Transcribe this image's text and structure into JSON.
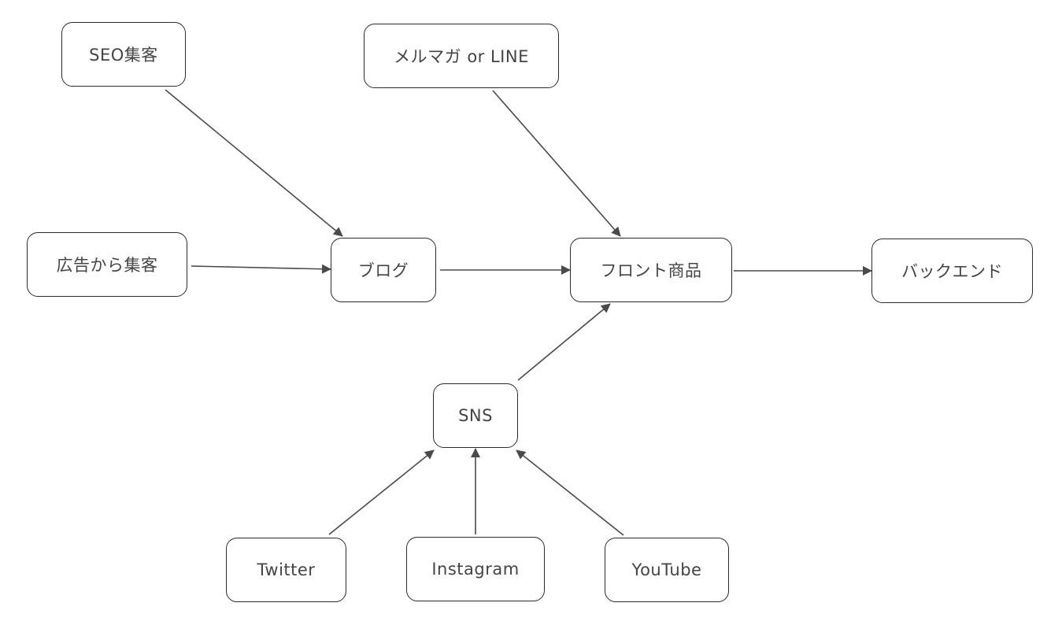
{
  "nodes": {
    "seo": "SEO集客",
    "mail": "メルマガ or LINE",
    "ad": "広告から集客",
    "blog": "ブログ",
    "front": "フロント商品",
    "back": "バックエンド",
    "sns": "SNS",
    "twitter": "Twitter",
    "instagram": "Instagram",
    "youtube": "YouTube"
  },
  "edges": [
    {
      "from": "seo",
      "to": "blog"
    },
    {
      "from": "ad",
      "to": "blog"
    },
    {
      "from": "blog",
      "to": "front"
    },
    {
      "from": "mail",
      "to": "front"
    },
    {
      "from": "front",
      "to": "back"
    },
    {
      "from": "sns",
      "to": "front"
    },
    {
      "from": "twitter",
      "to": "sns"
    },
    {
      "from": "instagram",
      "to": "sns"
    },
    {
      "from": "youtube",
      "to": "sns"
    }
  ],
  "colors": {
    "line": "#4a4a4a",
    "border": "#2b2b2b",
    "text": "#444444"
  }
}
